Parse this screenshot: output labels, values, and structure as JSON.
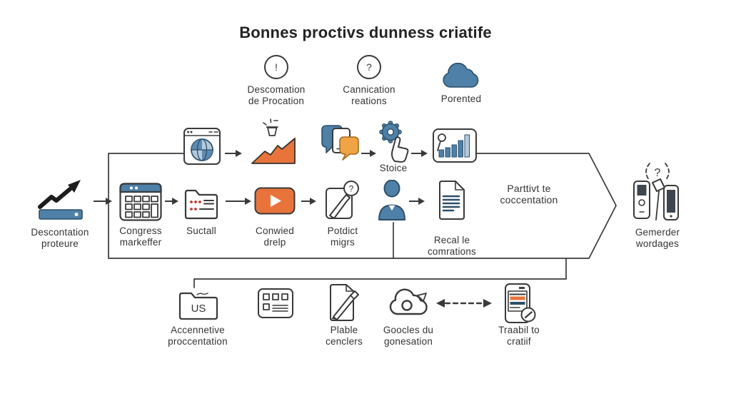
{
  "palette": {
    "bg": "#ffffff",
    "ink": "#3a3a3a",
    "text": "#343434",
    "title": "#232323",
    "blue": "#4e80a8",
    "blue_dark": "#2e4f68",
    "blue_light": "#b3cade",
    "orange": "#e8743b",
    "orange_light": "#f0a445",
    "red_dot": "#c23b2e",
    "screen_dark": "#3f454d"
  },
  "title": "Bonnes proctivs dunness criatife",
  "top_items": [
    {
      "symbol": "!",
      "lines": [
        "Descomation",
        "de Procation"
      ]
    },
    {
      "symbol": "?",
      "lines": [
        "Cannication",
        "reations"
      ]
    },
    {
      "lines": [
        "Porented"
      ]
    }
  ],
  "upper_flow": {
    "stoice": {
      "lines": [
        "Stoice"
      ]
    }
  },
  "main_flow": {
    "start": {
      "lines": [
        "Descontation",
        "proteure"
      ]
    },
    "calendar": {
      "lines": [
        "Congress",
        "markeffer"
      ]
    },
    "folder": {
      "lines": [
        "Suctall"
      ]
    },
    "play": {
      "lines": [
        "Conwied",
        "drelp"
      ]
    },
    "pin": {
      "symbol": "?",
      "lines": [
        "Potdict",
        "migrs"
      ]
    },
    "doc": {
      "lines": [
        "Recal le",
        "comrations"
      ]
    },
    "banner": {
      "lines": [
        "Parttivt te",
        "coccentation"
      ]
    },
    "result": {
      "symbol": "?",
      "lines": [
        "Gemerder",
        "wordages"
      ]
    }
  },
  "bottom_flow": {
    "us_folder": {
      "text": "US",
      "lines": [
        "Accennetive",
        "proccentation"
      ]
    },
    "pencil": {
      "lines": [
        "Plable",
        "cenclers"
      ]
    },
    "cloud": {
      "lines": [
        "Goocles du",
        "gonesation"
      ]
    },
    "phone": {
      "lines": [
        "Traabil to",
        "cratiif"
      ]
    }
  }
}
